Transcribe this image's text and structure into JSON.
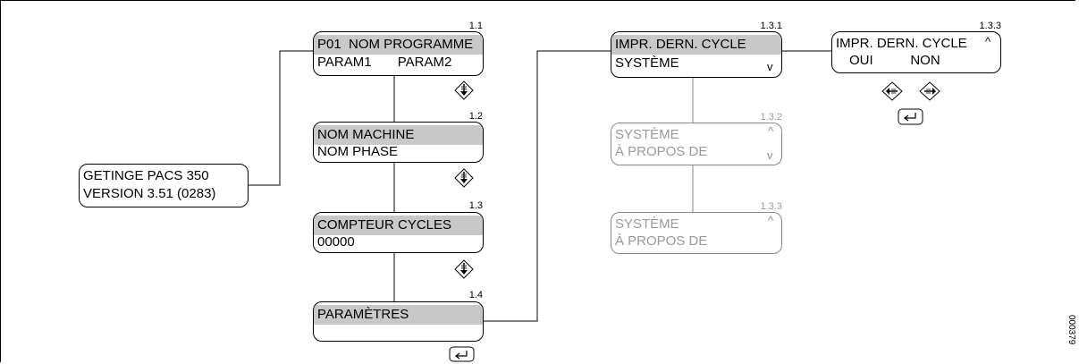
{
  "diagram": {
    "start": {
      "line1": "GETINGE PACS 350",
      "line2": "VERSION 3.51 (0283)"
    },
    "screens": [
      {
        "id": "1.1",
        "line1": "P01  NOM PROGRAMME",
        "line2": "PARAM1       PARAM2"
      },
      {
        "id": "1.2",
        "line1": "NOM MACHINE",
        "line2": "NOM PHASE"
      },
      {
        "id": "1.3",
        "line1": "COMPTEUR CYCLES",
        "line2": "00000"
      },
      {
        "id": "1.4",
        "line1": "PARAMÈTRES",
        "line2": ""
      }
    ],
    "sub_screens": [
      {
        "id": "1.3.1",
        "line1": "IMPR. DERN. CYCLE",
        "line2": "SYSTÈME"
      },
      {
        "id": "1.3.2",
        "line1": "SYSTÈME",
        "line2": "À PROPOS DE"
      },
      {
        "id": "1.3.3",
        "line1": "SYSTÈME",
        "line2": "À PROPOS DE"
      }
    ],
    "confirm_screen": {
      "id": "1.3.3",
      "line1": "IMPR. DERN. CYCLE",
      "line2": "OUI          NON"
    },
    "scroll_up_glyph": "^",
    "scroll_down_glyph": "v",
    "reference_code": "000379",
    "icons": [
      "down-arrow-button-icon",
      "left-arrow-button-icon",
      "right-arrow-button-icon",
      "enter-button-icon"
    ]
  }
}
